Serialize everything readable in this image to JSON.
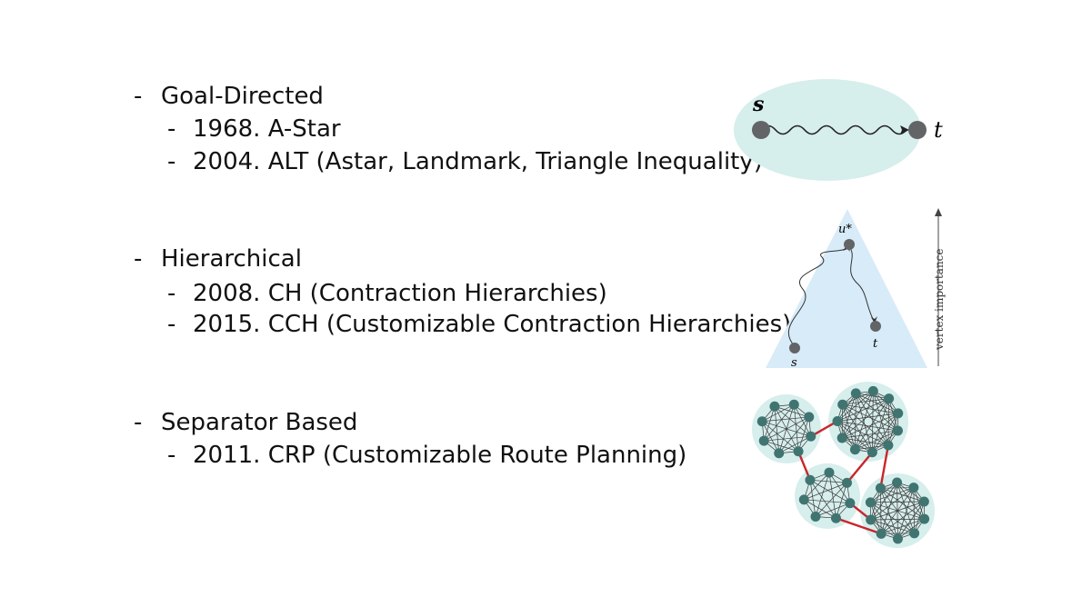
{
  "sections": [
    {
      "heading": "Goal-Directed",
      "items": [
        "1968. A-Star",
        "2004. ALT (Astar, Landmark, Triangle Inequality)"
      ]
    },
    {
      "heading": "Hierarchical",
      "items": [
        "2008. CH (Contraction Hierarchies)",
        "2015. CCH (Customizable Contraction Hierarchies)"
      ]
    },
    {
      "heading": "Separator Based",
      "items": [
        "2011. CRP (Customizable Route Planning)"
      ]
    }
  ],
  "bullet": "-",
  "figures": {
    "goal": {
      "source": "s",
      "target": "t"
    },
    "hierarchy": {
      "top": "u*",
      "source": "s",
      "target": "t",
      "axis_label": "vertex importance"
    }
  },
  "colors": {
    "region_teal": "#d6eeec",
    "region_blue": "#d7ebf8",
    "node": "#626466",
    "teal_node": "#3f7471",
    "cut_edge": "#c8262c"
  }
}
